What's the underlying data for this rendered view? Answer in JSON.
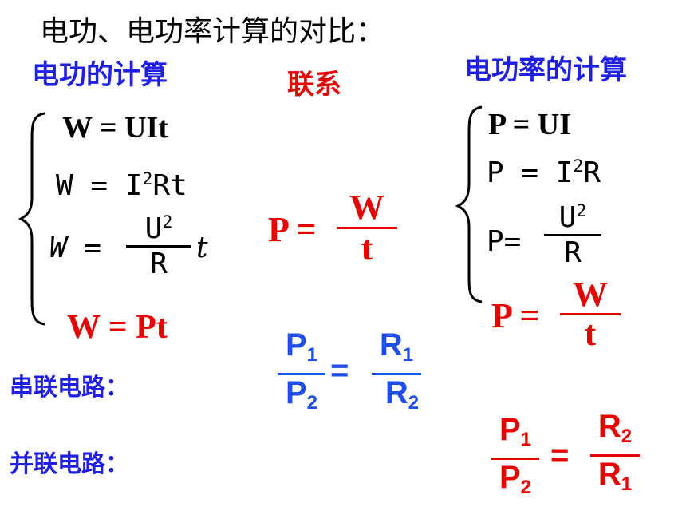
{
  "title": "电功、电功率计算的对比：",
  "headers": {
    "left": "电功的计算",
    "middle": "联系",
    "right": "电功率的计算"
  },
  "left_formulas": {
    "f1": "W = UIt",
    "f2_prefix": "W  =  I",
    "f2_sup": "2",
    "f2_suffix": "Rt",
    "f3_lhs": "W =",
    "f3_num": "U",
    "f3_num_sup": "2",
    "f3_den": "R",
    "f3_tail": "t",
    "f4": "W = Pt"
  },
  "middle_formula": {
    "lhs": "P =",
    "num": "W",
    "den": "t"
  },
  "right_formulas": {
    "f1": "P = UI",
    "f2_prefix": "P  =  I",
    "f2_sup": "2",
    "f2_suffix": "R",
    "f3_lhs": "P=",
    "f3_num": "U",
    "f3_num_sup": "2",
    "f3_den": "R",
    "f4_lhs": "P =",
    "f4_num": "W",
    "f4_den": "t"
  },
  "series": {
    "label": "串联电路：",
    "num_left": "P",
    "num_left_sub": "1",
    "den_left": "P",
    "den_left_sub": "2",
    "eq": "=",
    "num_right": "R",
    "num_right_sub": "1",
    "den_right": "R",
    "den_right_sub": "2",
    "color": "#1f4fe6"
  },
  "parallel": {
    "label": "并联电路：",
    "num_left": "P",
    "num_left_sub": "1",
    "den_left": "P",
    "den_left_sub": "2",
    "eq": "=",
    "num_right": "R",
    "num_right_sub": "2",
    "den_right": "R",
    "den_right_sub": "1",
    "color": "#e60000"
  },
  "colors": {
    "blue_header": "#1f1fe6",
    "red": "#e60000",
    "blue_formula": "#1f4fe6"
  }
}
